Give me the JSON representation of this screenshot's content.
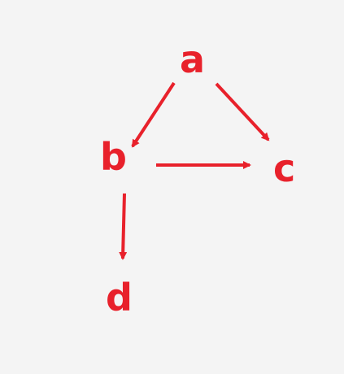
{
  "colors": {
    "background": "#f4f4f4",
    "ink": "#e8212b"
  },
  "nodes": {
    "a": {
      "label": "a"
    },
    "b": {
      "label": "b"
    },
    "c": {
      "label": "c"
    },
    "d": {
      "label": "d"
    }
  },
  "edges": [
    {
      "from": "a",
      "to": "b"
    },
    {
      "from": "a",
      "to": "c"
    },
    {
      "from": "b",
      "to": "c"
    },
    {
      "from": "b",
      "to": "d"
    }
  ]
}
